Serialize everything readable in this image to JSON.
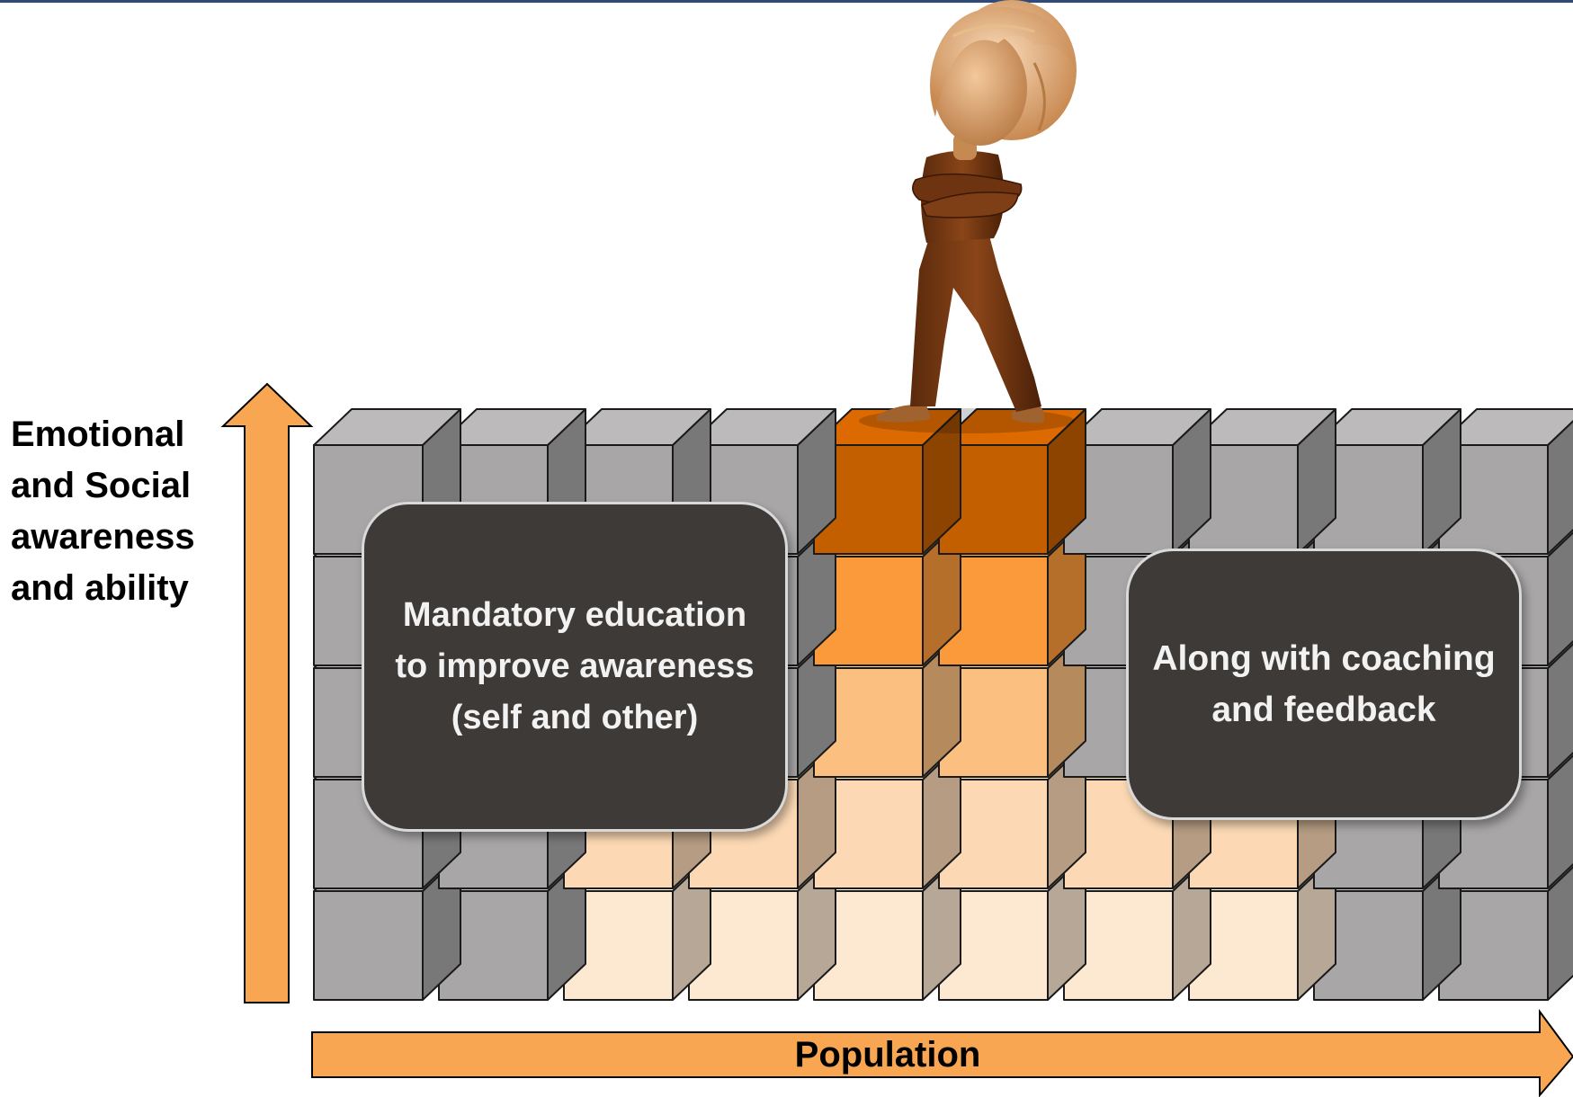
{
  "diagram": {
    "y_axis_label": "Emotional and Social awareness and ability",
    "x_axis_label": "Population",
    "callouts": {
      "left": "Mandatory education to improve awareness (self and other)",
      "right": "Along with coaching and feedback"
    },
    "grid": {
      "columns": 10,
      "rows": 5,
      "levels_filled_per_column": [
        0,
        0,
        2,
        2,
        5,
        5,
        2,
        2,
        0,
        0
      ]
    },
    "figure": "standing-person-arms-crossed-icon",
    "colors": {
      "gray_block": "#a8a6a6",
      "level_1": "#fde8d2",
      "level_2": "#fcd9b4",
      "level_3": "#fbbf80",
      "level_4": "#fb9a3a",
      "level_5": "#c45f00",
      "arrow": "#f9a653",
      "callout_bg": "#3d3a37"
    }
  }
}
